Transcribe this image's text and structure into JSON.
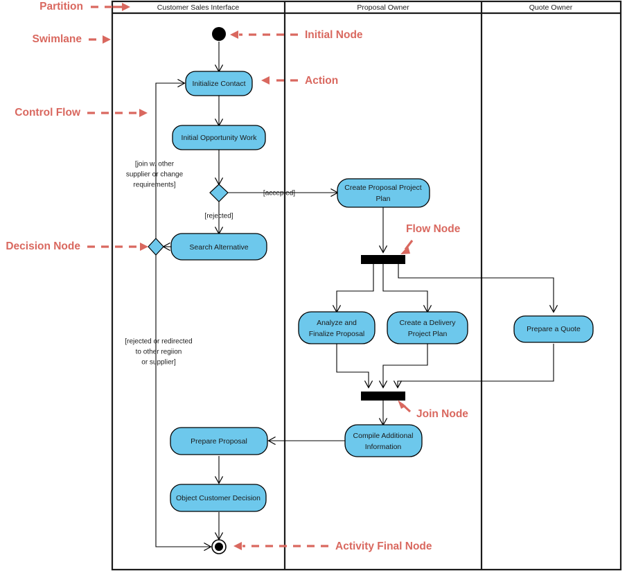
{
  "diagram": {
    "type": "uml-activity-diagram",
    "colors": {
      "action_fill": "#6dc8ec",
      "action_stroke": "#000000",
      "annotation": "#d9685f",
      "lane_border": "#1a1a1a",
      "flow_line": "#000000",
      "background": "#ffffff"
    }
  },
  "lanes": [
    {
      "id": "lane-customer-sales-interface",
      "title": "Customer Sales Interface"
    },
    {
      "id": "lane-proposal-owner",
      "title": "Proposal Owner"
    },
    {
      "id": "lane-quote-owner",
      "title": "Quote Owner"
    }
  ],
  "nodes": {
    "initial": {
      "kind": "initial-node",
      "label": ""
    },
    "initialize_contact": {
      "kind": "action",
      "label": "Initialize Contact"
    },
    "initial_opportunity_work": {
      "kind": "action",
      "label": "Initial Opportunity Work"
    },
    "decision_accept": {
      "kind": "decision-node",
      "label": ""
    },
    "search_alternative": {
      "kind": "action",
      "label": "Search Alternative"
    },
    "decision_alternative": {
      "kind": "decision-node",
      "label": ""
    },
    "create_proposal_project_plan": {
      "kind": "action",
      "label_line1": "Create Proposal Project",
      "label_line2": "Plan"
    },
    "fork": {
      "kind": "fork-node",
      "label": ""
    },
    "analyze_and_finalize_proposal": {
      "kind": "action",
      "label_line1": "Analyze and",
      "label_line2": "Finalize Proposal"
    },
    "create_a_delivery_project_plan": {
      "kind": "action",
      "label_line1": "Create a Delivery",
      "label_line2": "Project Plan"
    },
    "prepare_a_quote": {
      "kind": "action",
      "label": "Prepare a Quote"
    },
    "join": {
      "kind": "join-node",
      "label": ""
    },
    "compile_additional_information": {
      "kind": "action",
      "label_line1": "Compile Additional",
      "label_line2": "Information"
    },
    "prepare_proposal": {
      "kind": "action",
      "label": "Prepare Proposal"
    },
    "object_customer_decision": {
      "kind": "action",
      "label": "Object Customer Decision"
    },
    "final": {
      "kind": "activity-final-node",
      "label": ""
    }
  },
  "guards": {
    "join_with_other_supplier": {
      "line1": "[join w. other",
      "line2": "supplier or change",
      "line3": "requirements]"
    },
    "accepted": {
      "text": "[accepted]"
    },
    "rejected": {
      "text": "[rejected]"
    },
    "rejected_or_redirected": {
      "line1": "[rejected or redirected",
      "line2": "to other regiion",
      "line3": "or supplier]"
    }
  },
  "annotations": {
    "partition": {
      "label": "Partition"
    },
    "swimlane": {
      "label": "Swimlane"
    },
    "control_flow": {
      "label": "Control Flow"
    },
    "decision_node": {
      "label": "Decision Node"
    },
    "initial_node": {
      "label": "Initial Node"
    },
    "action": {
      "label": "Action"
    },
    "flow_node": {
      "label": "Flow Node"
    },
    "join_node": {
      "label": "Join Node"
    },
    "activity_final_node": {
      "label": "Activity Final Node"
    }
  }
}
